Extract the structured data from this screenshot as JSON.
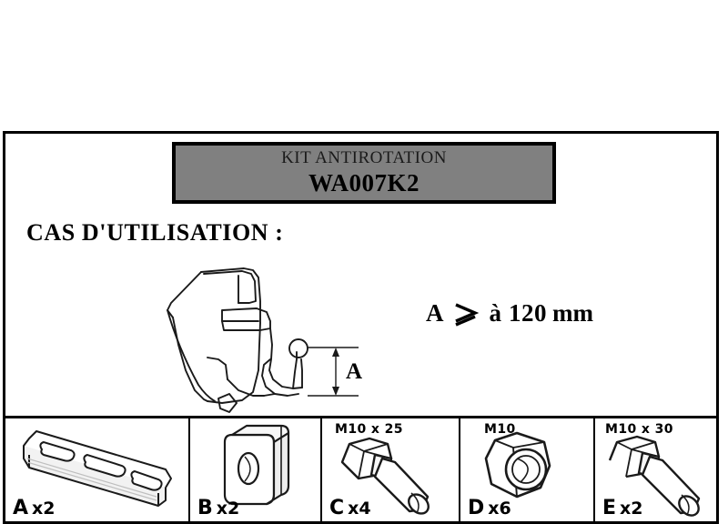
{
  "sheet": {
    "title_plate": {
      "kit_name": "KIT ANTIROTATION",
      "kit_reference": "WA007K2",
      "background_color": "#808080",
      "border_color": "#000000"
    },
    "heading": "CAS D'UTILISATION :",
    "illustration": {
      "name": "vehicle-rear-towbar-drawing",
      "dimension_label": "A"
    },
    "spec_note": {
      "symbol_a": "A",
      "operator": "≥",
      "operator_name": "greater-than-or-equal-icon",
      "preposition": "à",
      "value": "120",
      "unit": "mm"
    },
    "parts": [
      {
        "ref": "A",
        "count": "x2",
        "spec": "",
        "art": "slotted-bracket-plate"
      },
      {
        "ref": "B",
        "count": "x2",
        "spec": "",
        "art": "spacer-block"
      },
      {
        "ref": "C",
        "count": "x4",
        "spec": "M10 x 25",
        "art": "hex-bolt"
      },
      {
        "ref": "D",
        "count": "x6",
        "spec": "M10",
        "art": "hex-nut"
      },
      {
        "ref": "E",
        "count": "x2",
        "spec": "M10 x 30",
        "art": "hex-bolt"
      }
    ]
  }
}
